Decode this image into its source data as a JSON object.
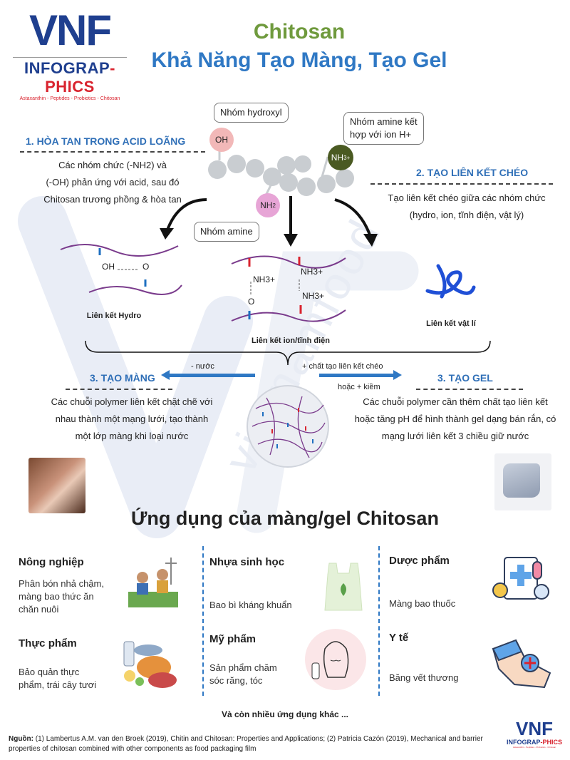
{
  "logo": {
    "mark": "VNF",
    "name_part1": "INFOGRAP",
    "name_part2": "-PHICS",
    "tagline": "Astaxanthin - Peptides - Probiotics - Chitosan"
  },
  "header": {
    "title": "Chitosan",
    "subtitle": "Khả Năng Tạo Màng, Tạo Gel"
  },
  "watermark": "vietnamfood",
  "molecule": {
    "oh": "OH",
    "nh2": "NH",
    "nh2_sub": "2",
    "nh3": "NH",
    "nh3_sub": "3",
    "nh3_sup": "+",
    "callout_hydroxyl": "Nhóm hydroxyl",
    "callout_amine_h_line1": "Nhóm amine kết",
    "callout_amine_h_line2": "hợp với ion H+",
    "callout_amine": "Nhóm amine"
  },
  "step1": {
    "heading": "1. HÒA TAN TRONG ACID LOÃNG",
    "lines": [
      "Các nhóm chức (-NH2) và",
      "(-OH) phản ứng với acid, sau đó",
      "Chitosan trương phồng & hòa tan"
    ]
  },
  "step2": {
    "heading": "2. TẠO LIÊN KẾT CHÉO",
    "lines": [
      "Tạo liên kết chéo giữa các nhóm chức",
      "(hydro, ion, tĩnh điện, vật lý)"
    ]
  },
  "bonds": {
    "hydro_oh": "OH",
    "hydro_o": "O",
    "hydro_label": "Liên kết Hydro",
    "ion_nh3_a": "NH3+",
    "ion_nh3_b": "NH3+",
    "ion_nh3_c": "NH3+",
    "ion_o": "O",
    "ion_label": "Liên kết ion/tĩnh điện",
    "phys_label": "Liên kết vật lí"
  },
  "arrows": {
    "left_label": "- nước",
    "right_label_1": "+ chất tạo liên kết chéo",
    "right_label_2": "hoặc  + kiềm"
  },
  "step3_film": {
    "heading": "3. TẠO MÀNG",
    "lines": [
      "Các chuỗi polymer liên kết chặt chẽ với",
      "nhau thành một mạng lưới, tạo thành",
      "một lớp màng khi loại nước"
    ]
  },
  "step3_gel": {
    "heading": "3. TẠO GEL",
    "lines": [
      "Các chuỗi polymer cần thêm chất tạo liên kết",
      "hoặc tăng pH để hình thành gel dạng bán rắn, có",
      "mạng lưới liên kết 3 chiều giữ nước"
    ]
  },
  "applications": {
    "title": "Ứng dụng của màng/gel Chitosan",
    "items": [
      {
        "heading": "Nông nghiệp",
        "text": [
          "Phân bón nhả chậm,",
          "màng bao thức ăn",
          "chăn nuôi"
        ]
      },
      {
        "heading": "Nhựa sinh học",
        "text": [
          "Bao bì kháng khuẩn"
        ]
      },
      {
        "heading": "Dược phẩm",
        "text": [
          "Màng bao thuốc"
        ]
      },
      {
        "heading": "Thực phẩm",
        "text": [
          "Bảo quản thực",
          "phẩm, trái cây tươi"
        ]
      },
      {
        "heading": "Mỹ phẩm",
        "text": [
          "Sản phẩm chăm",
          "sóc răng, tóc"
        ]
      },
      {
        "heading": "Y tế",
        "text": [
          "Băng vết thương"
        ]
      }
    ],
    "more": "Và còn nhiều ứng dụng khác ..."
  },
  "source": {
    "label": "Nguồn:",
    "text": " (1) Lambertus A.M. van den Broek (2019), Chitin and Chitosan: Properties and Applications; (2) Patricia Cazón (2019), Mechanical and barrier properties of chitosan combined with other components as food packaging film"
  },
  "colors": {
    "brand_blue": "#1f3f8f",
    "title_green": "#6f9a3d",
    "title_blue": "#2f78c4",
    "oh_node": "#f2b8b8",
    "nh2_node": "#e7a5d6",
    "nh3_node": "#4a5a22",
    "chain_node": "#c9cdd1"
  }
}
